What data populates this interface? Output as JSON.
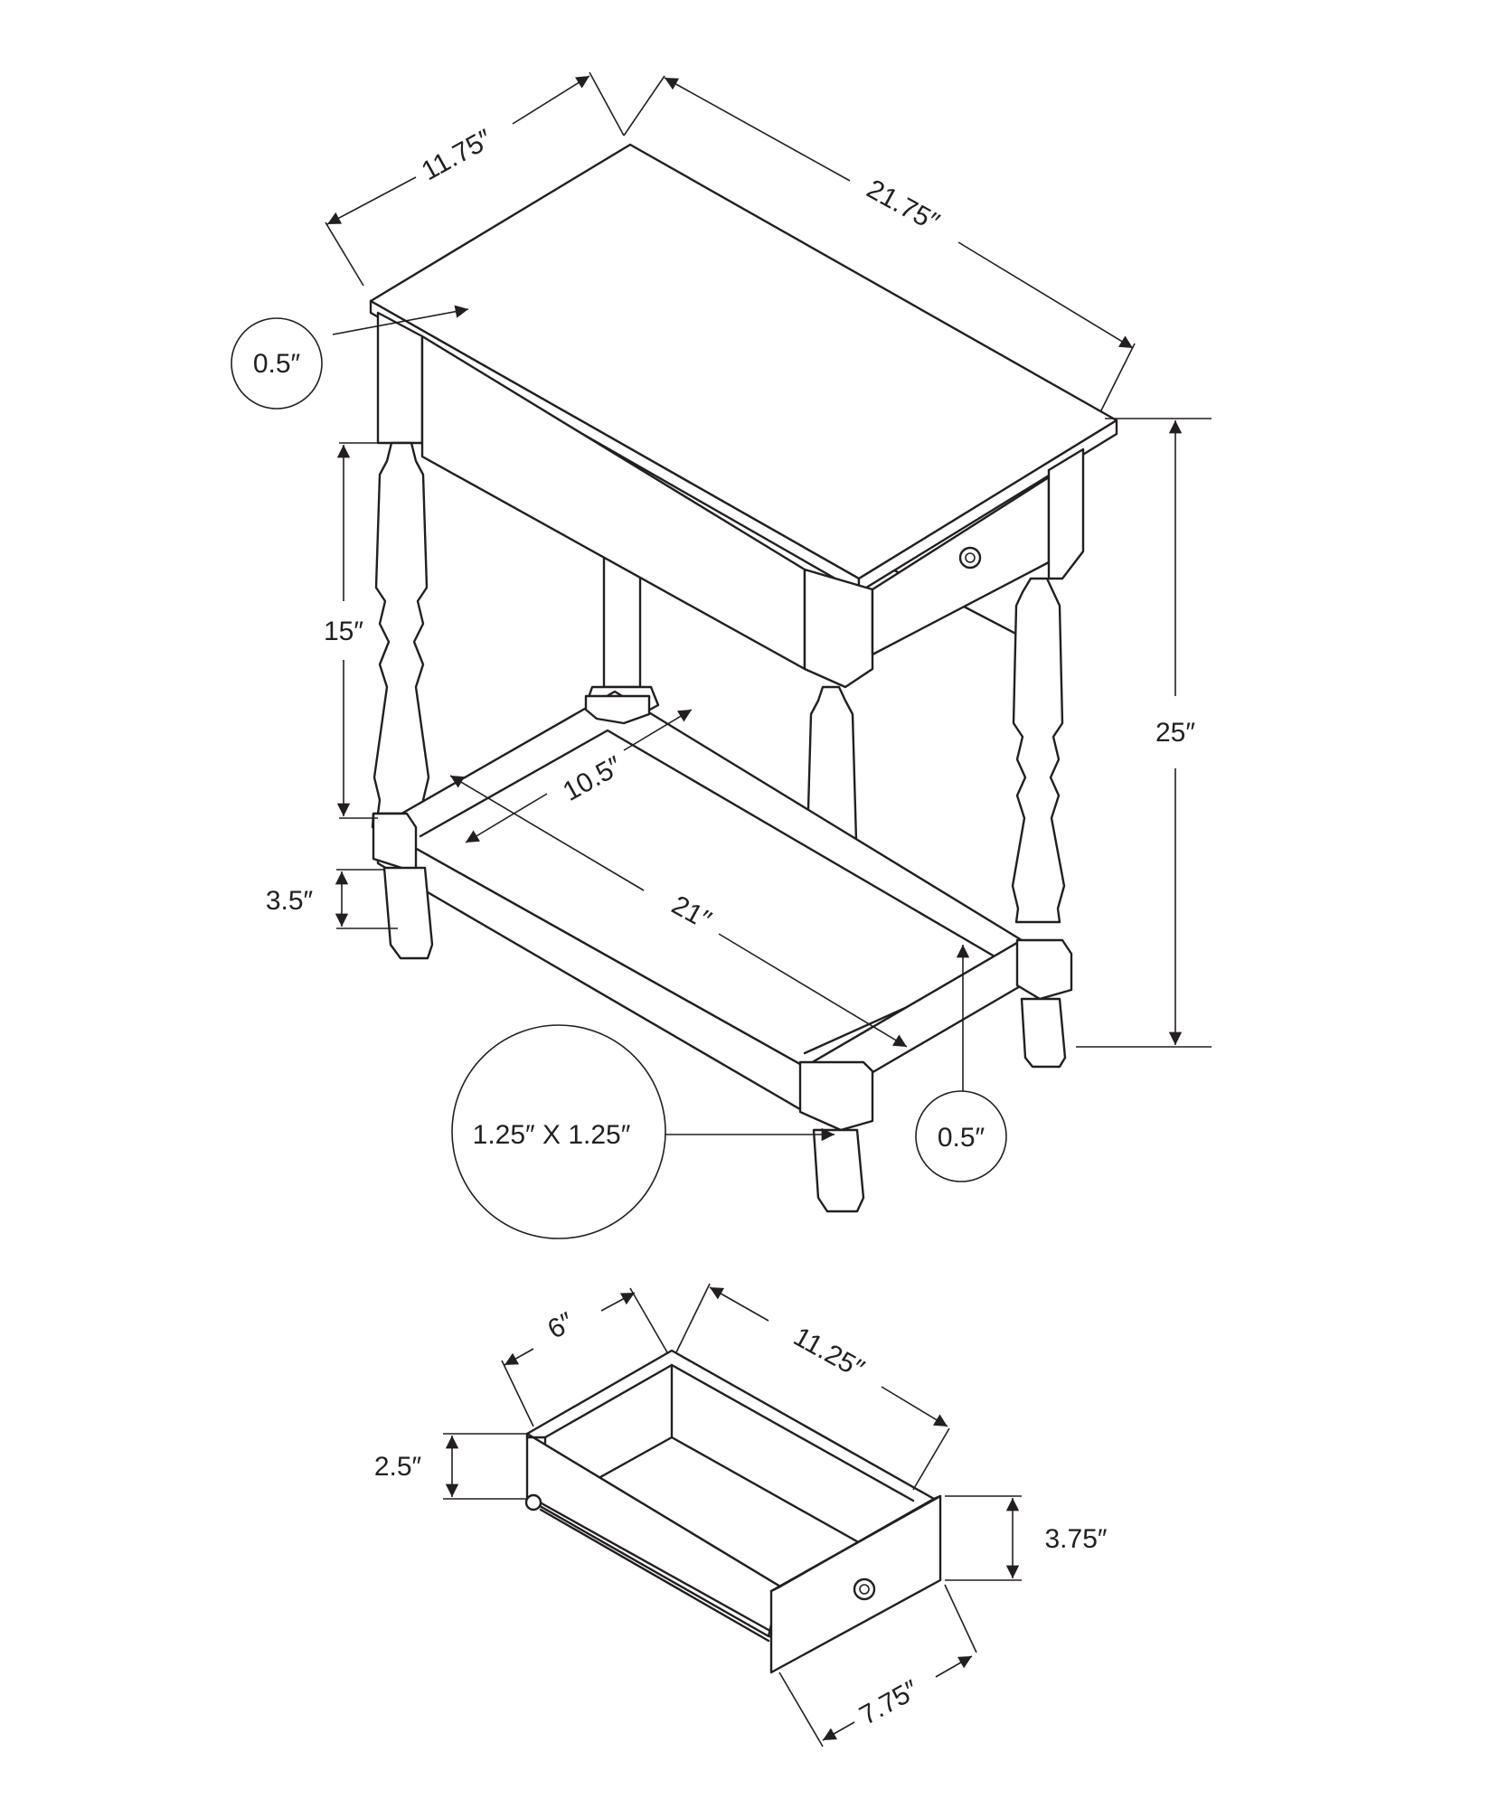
{
  "table": {
    "depth": "11.75″",
    "width": "21.75″",
    "top_thickness": "0.5″",
    "leg_height": "15″",
    "total_height": "25″",
    "shelf_depth": "10.5″",
    "shelf_width": "21″",
    "foot_height": "3.5″",
    "leg_size": "1.25″ X 1.25″",
    "shelf_thickness": "0.5″"
  },
  "drawer": {
    "depth": "6″",
    "length": "11.25″",
    "inner_height": "2.5″",
    "front_height": "3.75″",
    "front_width": "7.75″"
  }
}
